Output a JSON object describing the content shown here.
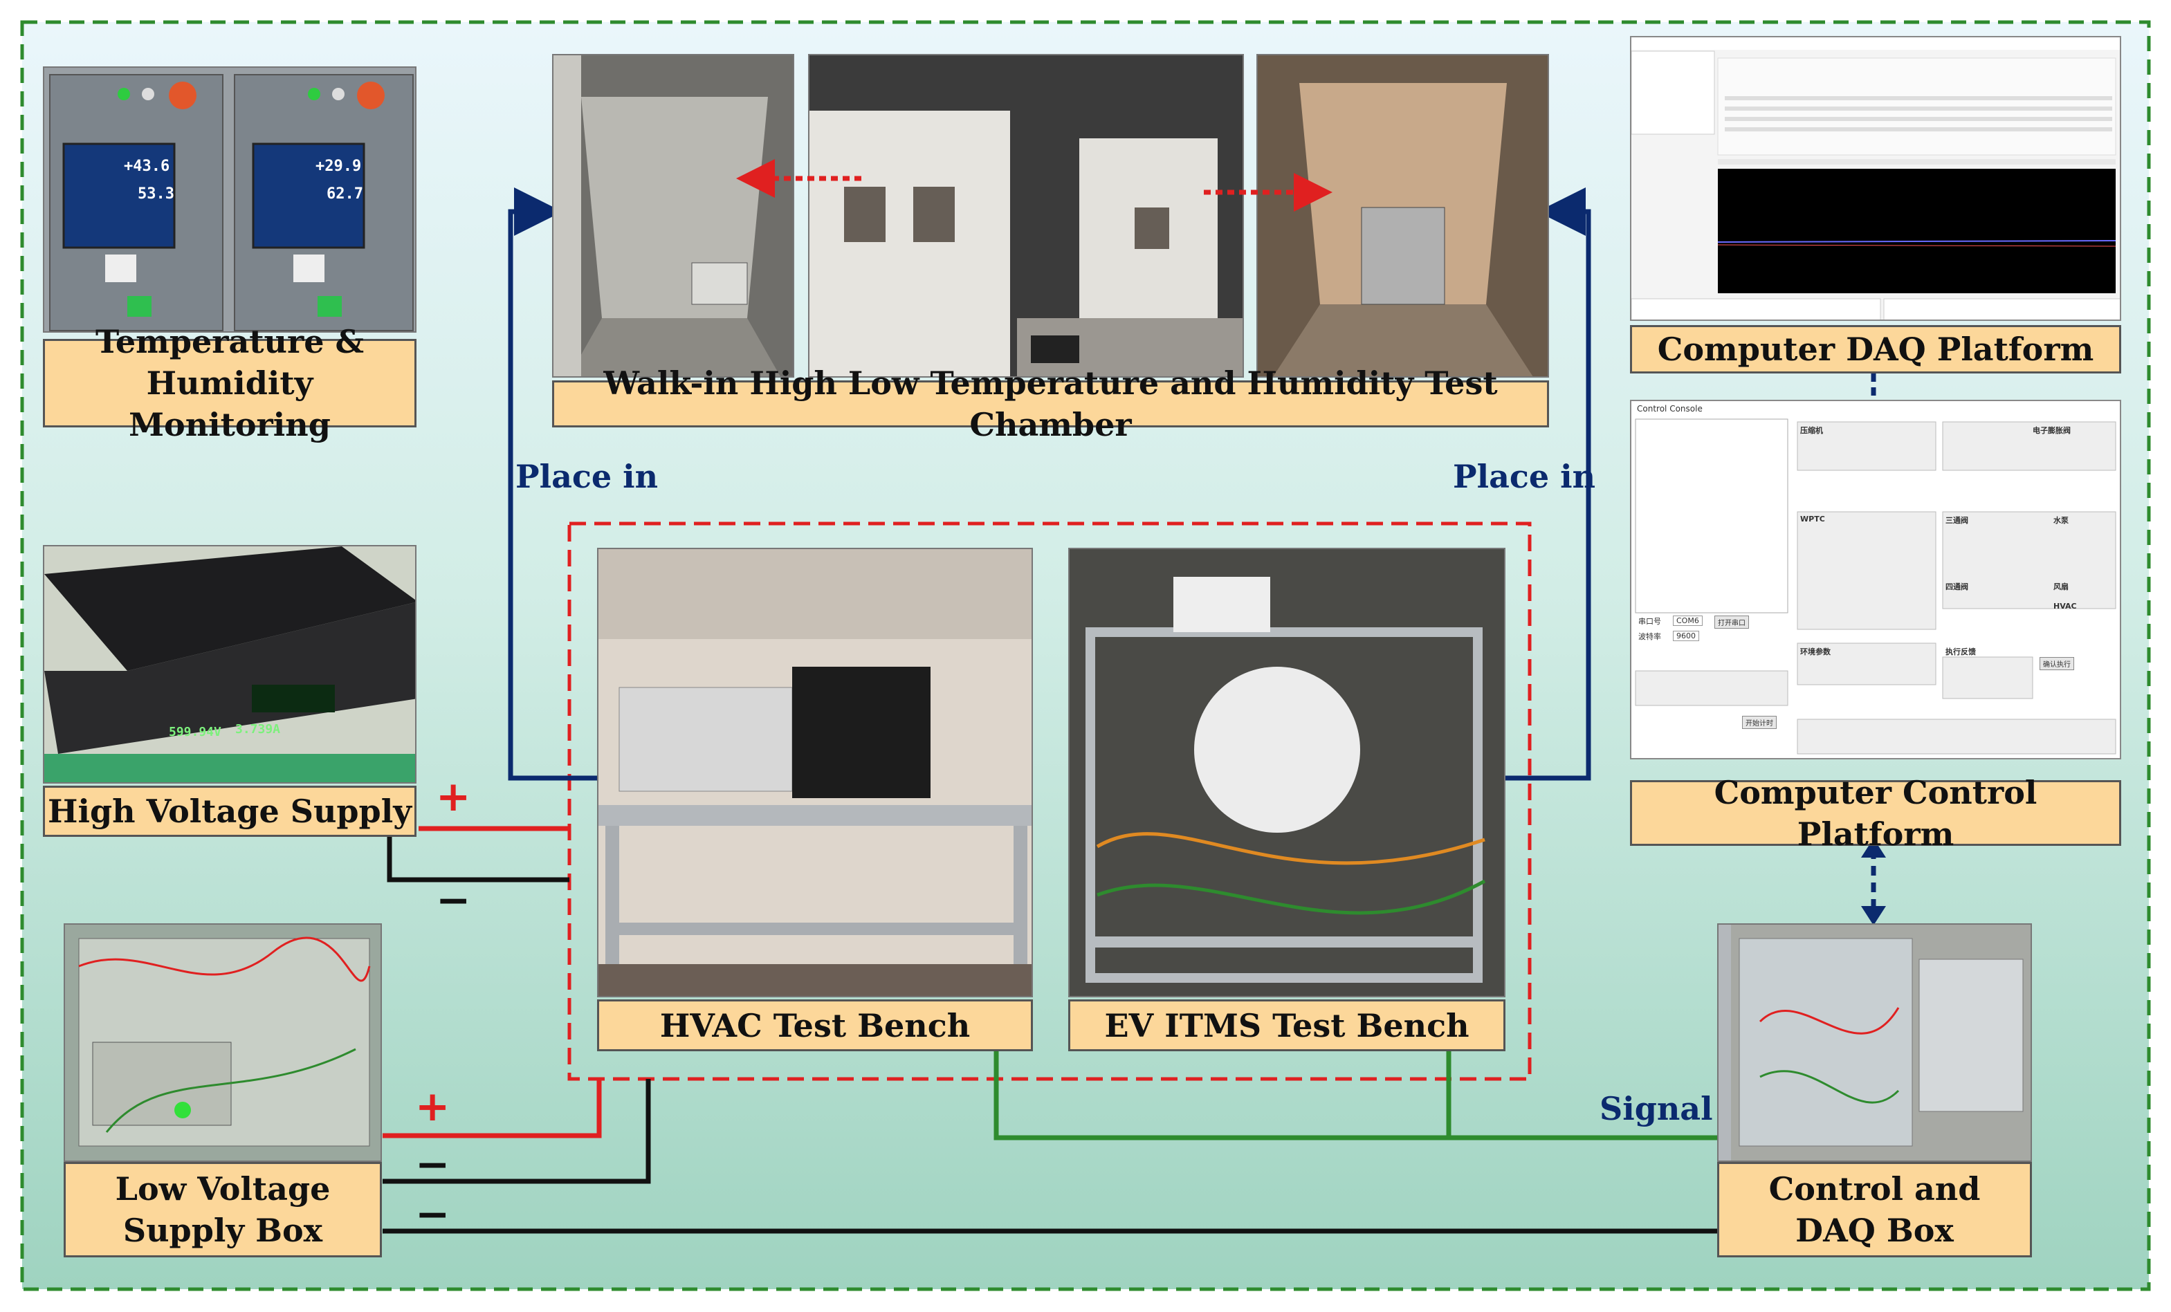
{
  "colors": {
    "accent_red": "#e02020",
    "wire_black": "#111111",
    "wire_blue": "#0b2a6e",
    "signal_green": "#2e8b2e",
    "frame_green": "#2e8b2e",
    "label_fill": "#fcd79a"
  },
  "labels": {
    "temp_humidity": "Temperature & Humidity Monitoring",
    "chamber": "Walk-in High Low Temperature and Humidity Test Chamber",
    "daq_platform": "Computer DAQ Platform",
    "control_platform": "Computer Control Platform",
    "hv_supply": "High Voltage Supply",
    "lv_supply": "Low Voltage Supply Box",
    "hvac_bench": "HVAC Test Bench",
    "itms_bench": "EV ITMS Test Bench",
    "control_daq_box": "Control and DAQ Box"
  },
  "annotations": {
    "place_in_left": "Place in",
    "place_in_right": "Place in",
    "signal": "Signal",
    "plus": "+",
    "minus": "−"
  },
  "meters": {
    "left": {
      "temp": "+43.6",
      "hum": "53.3"
    },
    "right": {
      "temp": "+29.9",
      "hum": "62.7"
    }
  },
  "hv_display": {
    "voltage": "599.94V",
    "current": "3.739A"
  },
  "control_console": {
    "title": "Control Console",
    "com_port_label": "串口号",
    "com_port_value": "COM6",
    "baud_label": "波特率",
    "baud_value": "9600",
    "sections": [
      "压缩机",
      "电子膨胀阀",
      "WPTC",
      "三通阀",
      "水泵",
      "四通阀",
      "风扇",
      "环境参数",
      "HVAC",
      "执行反馈"
    ],
    "buttons": [
      "打开串口",
      "确认执行",
      "开始计时"
    ]
  }
}
